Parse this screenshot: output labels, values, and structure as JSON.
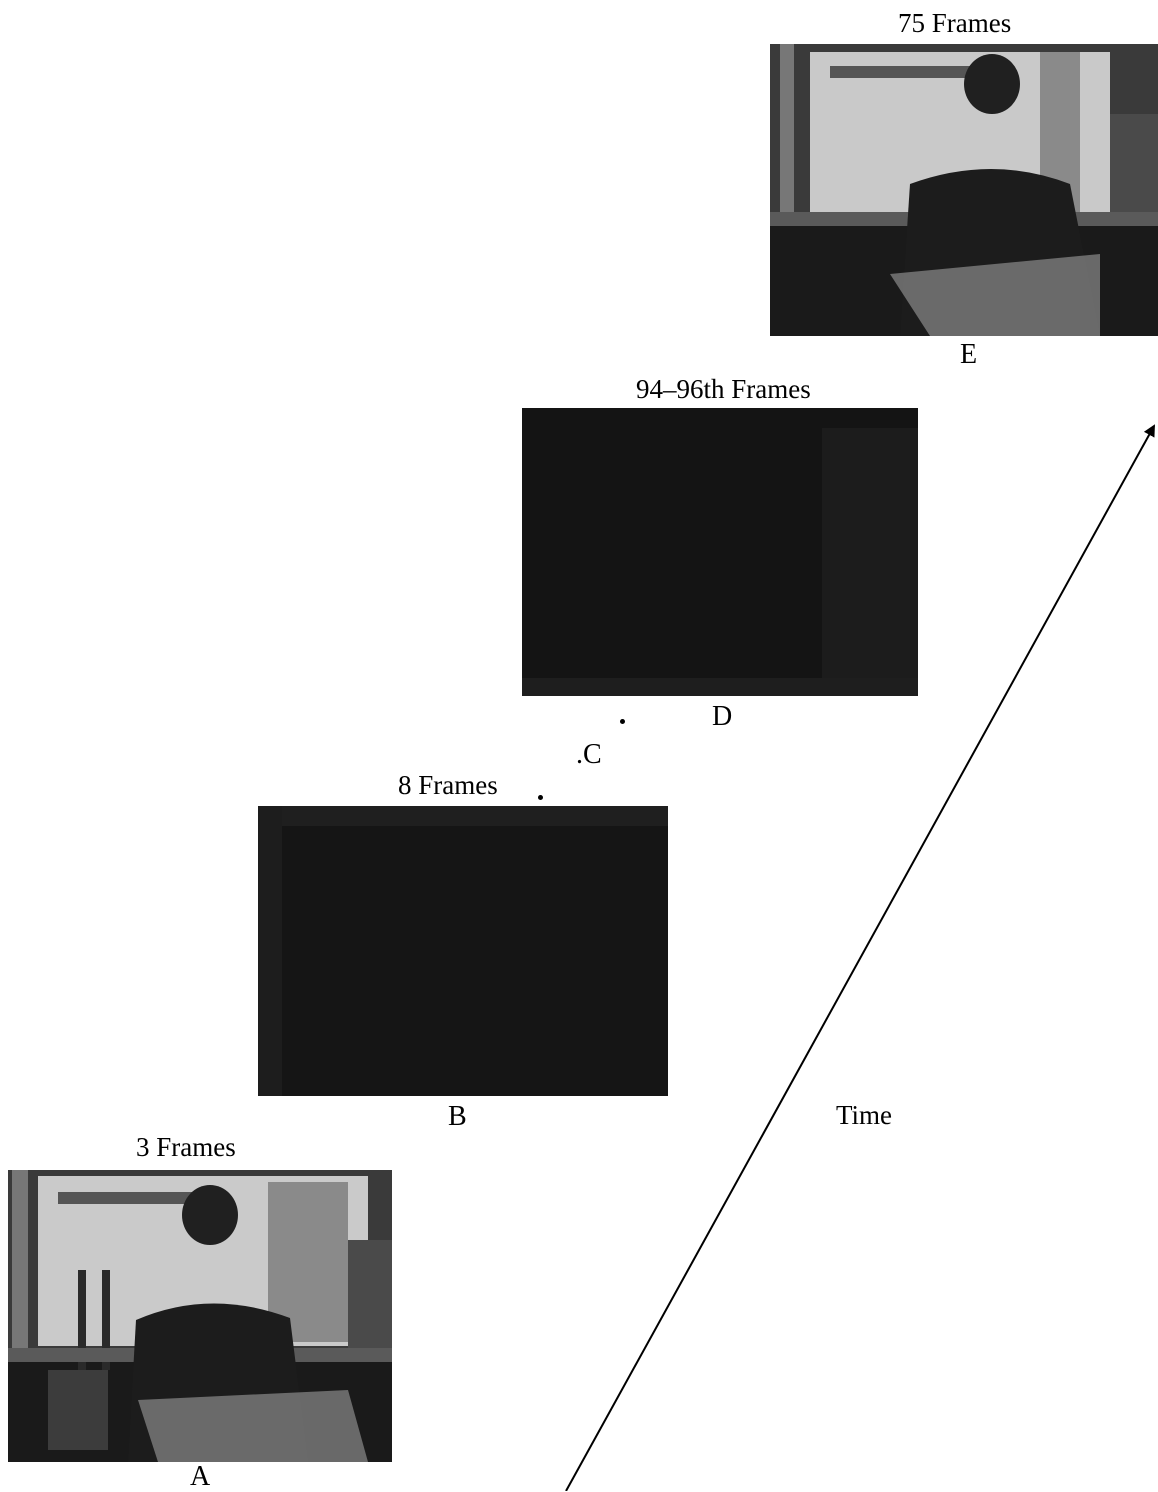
{
  "frames": {
    "a": {
      "duration": "3 Frames",
      "letter": "A"
    },
    "b": {
      "duration": "8 Frames",
      "letter": "B"
    },
    "c": {
      "letter": ".C"
    },
    "d": {
      "duration": "94–96th Frames",
      "letter": "D"
    },
    "e": {
      "duration": "75 Frames",
      "letter": "E"
    }
  },
  "axis": {
    "label": "Time"
  },
  "colors": {
    "ink": "#000000",
    "mask_dark": "#141414",
    "scene_light": "#c8c8c8",
    "scene_dark": "#202020"
  }
}
